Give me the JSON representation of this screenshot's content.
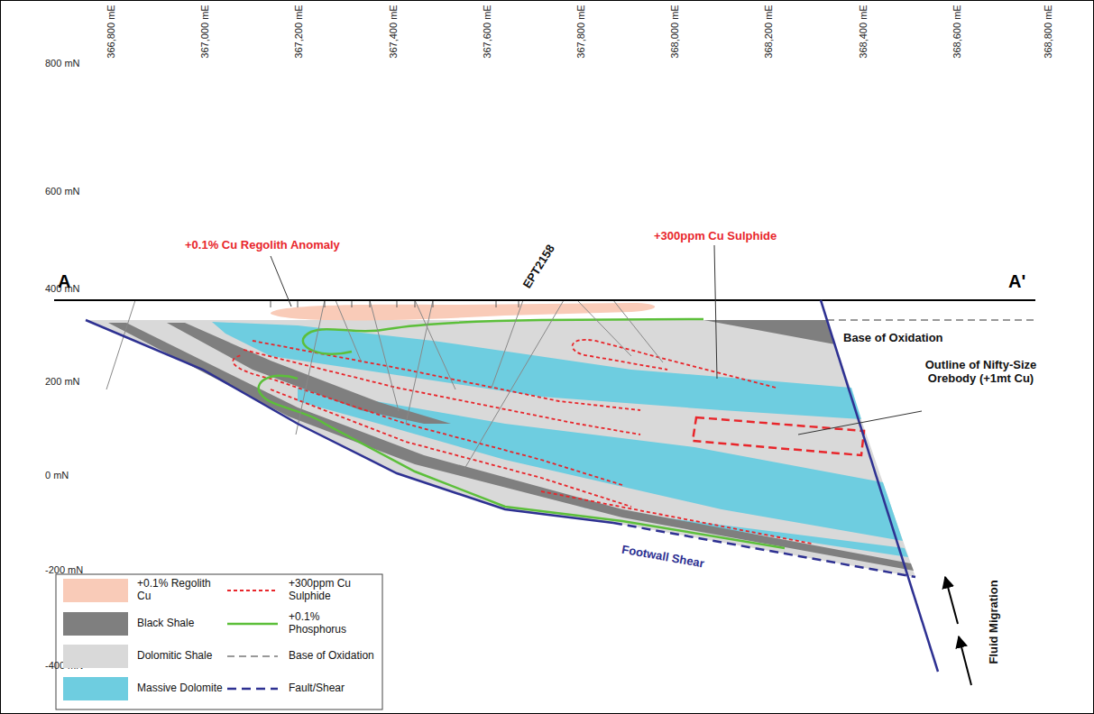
{
  "diagram": {
    "labels": [
      "366,800 mE",
      "367,000 mE",
      "367,200 mE",
      "367,400 mE",
      "367,600 mE",
      "367,800 mE",
      "368,000 mE",
      "368,200 mE",
      "368,400 mE",
      "368,600 mE",
      "368,800 mE",
      "800 mN",
      "600 mN",
      "400 mN",
      "200 mN",
      "0 mN",
      "-200 mN",
      "-400 mN",
      "A",
      "A'",
      "+0.1% Cu Regolith Anomaly",
      "EPT2158",
      "+300ppm Cu Sulphide",
      "Base of Oxidation",
      "Outline of Nifty-Size Orebody (+1mt Cu)",
      "Fluid Migration",
      "Footwall Shear"
    ],
    "legend": [
      {
        "text": "+0.1% Regolith Cu",
        "color": "#f9cbb8"
      },
      {
        "text": "Black Shale",
        "color": "#7f7f7f"
      },
      {
        "text": "Dolomitic Shale",
        "color": "#d9d9d9"
      },
      {
        "text": "Massive Dolomite",
        "color": "#6ecde0"
      },
      {
        "text": "+300ppm Cu Sulphide"
      },
      {
        "text": "+0.1% Phosphorus"
      },
      {
        "text": "Base of Oxidation"
      },
      {
        "text": "Fault/Shear"
      }
    ]
  }
}
